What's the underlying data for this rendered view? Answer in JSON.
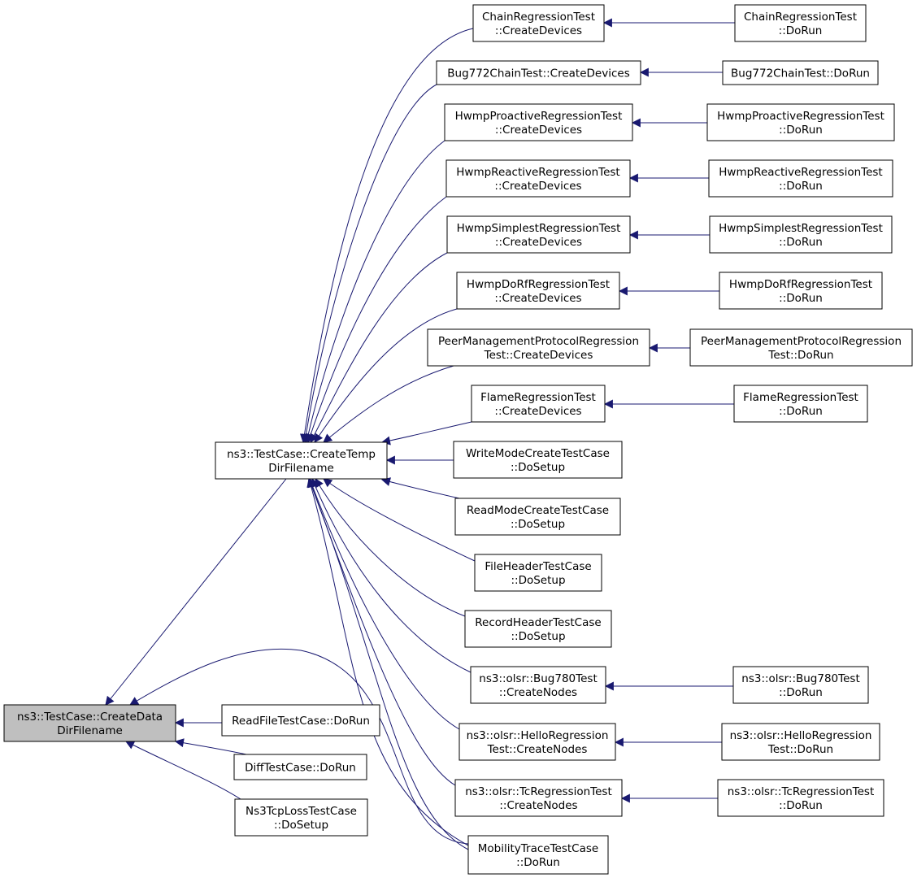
{
  "colors": {
    "edge": "#191970",
    "root_fill": "#bfbfbf",
    "node_fill": "#ffffff",
    "border": "#000000"
  },
  "nodes": {
    "data_dir": {
      "lines": [
        "ns3::TestCase::CreateData",
        "DirFilename"
      ]
    },
    "temp_dir": {
      "lines": [
        "ns3::TestCase::CreateTemp",
        "DirFilename"
      ]
    },
    "readfile": {
      "lines": [
        "ReadFileTestCase::DoRun"
      ]
    },
    "difftest": {
      "lines": [
        "DiffTestCase::DoRun"
      ]
    },
    "ns3tcp": {
      "lines": [
        "Ns3TcpLossTestCase",
        "::DoSetup"
      ]
    },
    "chain_cd": {
      "lines": [
        "ChainRegressionTest",
        "::CreateDevices"
      ]
    },
    "bug772_cd": {
      "lines": [
        "Bug772ChainTest::CreateDevices"
      ]
    },
    "hwmpp_cd": {
      "lines": [
        "HwmpProactiveRegressionTest",
        "::CreateDevices"
      ]
    },
    "hwmpr_cd": {
      "lines": [
        "HwmpReactiveRegressionTest",
        "::CreateDevices"
      ]
    },
    "hwmps_cd": {
      "lines": [
        "HwmpSimplestRegressionTest",
        "::CreateDevices"
      ]
    },
    "hwmpd_cd": {
      "lines": [
        "HwmpDoRfRegressionTest",
        "::CreateDevices"
      ]
    },
    "peer_cd": {
      "lines": [
        "PeerManagementProtocolRegression",
        "Test::CreateDevices"
      ]
    },
    "flame_cd": {
      "lines": [
        "FlameRegressionTest",
        "::CreateDevices"
      ]
    },
    "writemode": {
      "lines": [
        "WriteModeCreateTestCase",
        "::DoSetup"
      ]
    },
    "readmode": {
      "lines": [
        "ReadModeCreateTestCase",
        "::DoSetup"
      ]
    },
    "fileheader": {
      "lines": [
        "FileHeaderTestCase",
        "::DoSetup"
      ]
    },
    "recordheader": {
      "lines": [
        "RecordHeaderTestCase",
        "::DoSetup"
      ]
    },
    "bug780_cn": {
      "lines": [
        "ns3::olsr::Bug780Test",
        "::CreateNodes"
      ]
    },
    "hello_cn": {
      "lines": [
        "ns3::olsr::HelloRegression",
        "Test::CreateNodes"
      ]
    },
    "tc_cn": {
      "lines": [
        "ns3::olsr::TcRegressionTest",
        "::CreateNodes"
      ]
    },
    "mobility": {
      "lines": [
        "MobilityTraceTestCase",
        "::DoRun"
      ]
    },
    "chain_run": {
      "lines": [
        "ChainRegressionTest",
        "::DoRun"
      ]
    },
    "bug772_run": {
      "lines": [
        "Bug772ChainTest::DoRun"
      ]
    },
    "hwmpp_run": {
      "lines": [
        "HwmpProactiveRegressionTest",
        "::DoRun"
      ]
    },
    "hwmpr_run": {
      "lines": [
        "HwmpReactiveRegressionTest",
        "::DoRun"
      ]
    },
    "hwmps_run": {
      "lines": [
        "HwmpSimplestRegressionTest",
        "::DoRun"
      ]
    },
    "hwmpd_run": {
      "lines": [
        "HwmpDoRfRegressionTest",
        "::DoRun"
      ]
    },
    "peer_run": {
      "lines": [
        "PeerManagementProtocolRegression",
        "Test::DoRun"
      ]
    },
    "flame_run": {
      "lines": [
        "FlameRegressionTest",
        "::DoRun"
      ]
    },
    "bug780_run": {
      "lines": [
        "ns3::olsr::Bug780Test",
        "::DoRun"
      ]
    },
    "hello_run": {
      "lines": [
        "ns3::olsr::HelloRegression",
        "Test::DoRun"
      ]
    },
    "tc_run": {
      "lines": [
        "ns3::olsr::TcRegressionTest",
        "::DoRun"
      ]
    }
  }
}
